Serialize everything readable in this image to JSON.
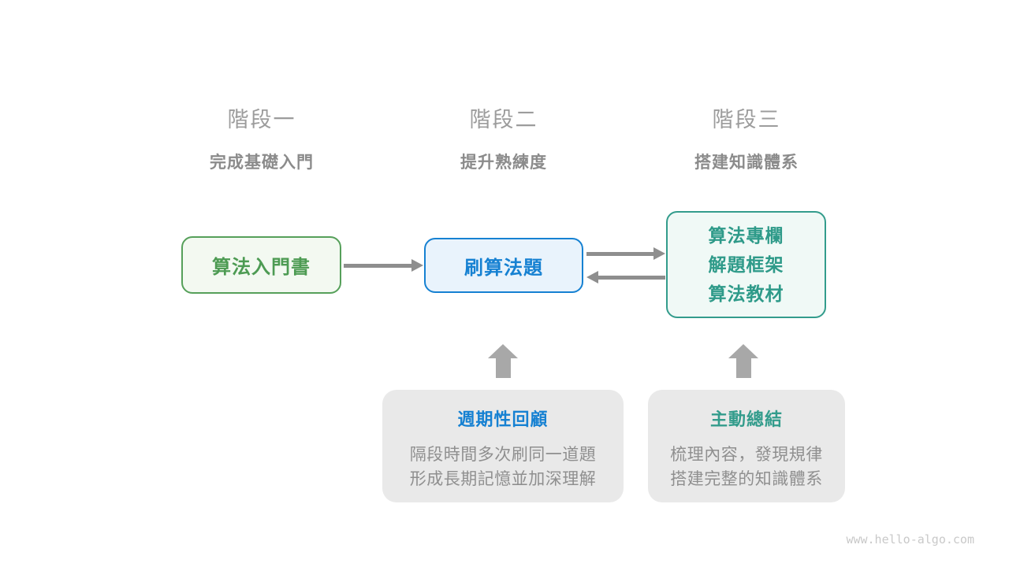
{
  "stages": [
    {
      "label": "階段一",
      "subtitle": "完成基礎入門"
    },
    {
      "label": "階段二",
      "subtitle": "提升熟練度"
    },
    {
      "label": "階段三",
      "subtitle": "搭建知識體系"
    }
  ],
  "flow_boxes": {
    "intro_book": {
      "label": "算法入門書"
    },
    "practice": {
      "label": "刷算法題"
    },
    "advanced": {
      "lines": [
        "算法專欄",
        "解題框架",
        "算法教材"
      ]
    }
  },
  "notes": {
    "review": {
      "title": "週期性回顧",
      "desc_line1": "隔段時間多次刷同一道題",
      "desc_line2": "形成長期記憶並加深理解"
    },
    "summary": {
      "title": "主動總結",
      "desc_line1": "梳理內容，發現規律",
      "desc_line2": "搭建完整的知識體系"
    }
  },
  "watermark": "www.hello-algo.com",
  "colors": {
    "green": "#56a05a",
    "green_bg": "#f3f9f1",
    "blue": "#1681d2",
    "blue_bg": "#e9f3fc",
    "teal": "#339c8c",
    "teal_bg": "#f0f9f6",
    "arrow_gray": "#8e8e8e",
    "block_arrow_gray": "#a8a8a8",
    "note_bg": "#e9e9e9",
    "stage_label_gray": "#9c9c9c",
    "stage_subtitle_gray": "#8b8b8b",
    "note_desc_gray": "#8f8f8f",
    "watermark_gray": "#c9c9c9"
  }
}
